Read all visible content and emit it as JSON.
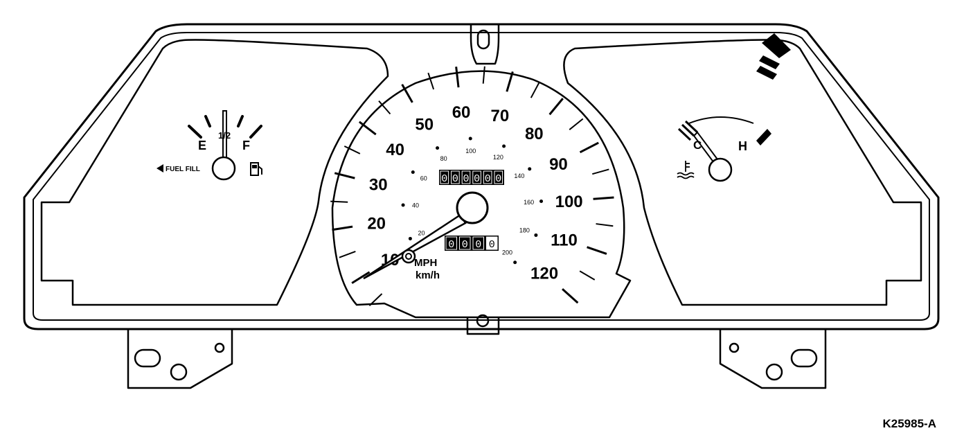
{
  "speedometer": {
    "mph_labels": [
      "10",
      "20",
      "30",
      "40",
      "50",
      "60",
      "70",
      "80",
      "90",
      "100",
      "110",
      "120"
    ],
    "kmh_labels": [
      "20",
      "40",
      "60",
      "80",
      "100",
      "120",
      "140",
      "160",
      "180",
      "200"
    ],
    "unit_mph": "MPH",
    "unit_kmh": "km/h",
    "odometer": [
      "0",
      "0",
      "0",
      "0",
      "0",
      "0"
    ],
    "trip": [
      "0",
      "0",
      "0",
      "0"
    ]
  },
  "fuel_gauge": {
    "empty": "E",
    "half": "1/2",
    "full": "F",
    "fill_label": "FUEL FILL"
  },
  "temp_gauge": {
    "cold": "C",
    "hot": "H"
  },
  "figure_id": "K25985-A",
  "colors": {
    "line": "#000000",
    "background": "#ffffff"
  }
}
